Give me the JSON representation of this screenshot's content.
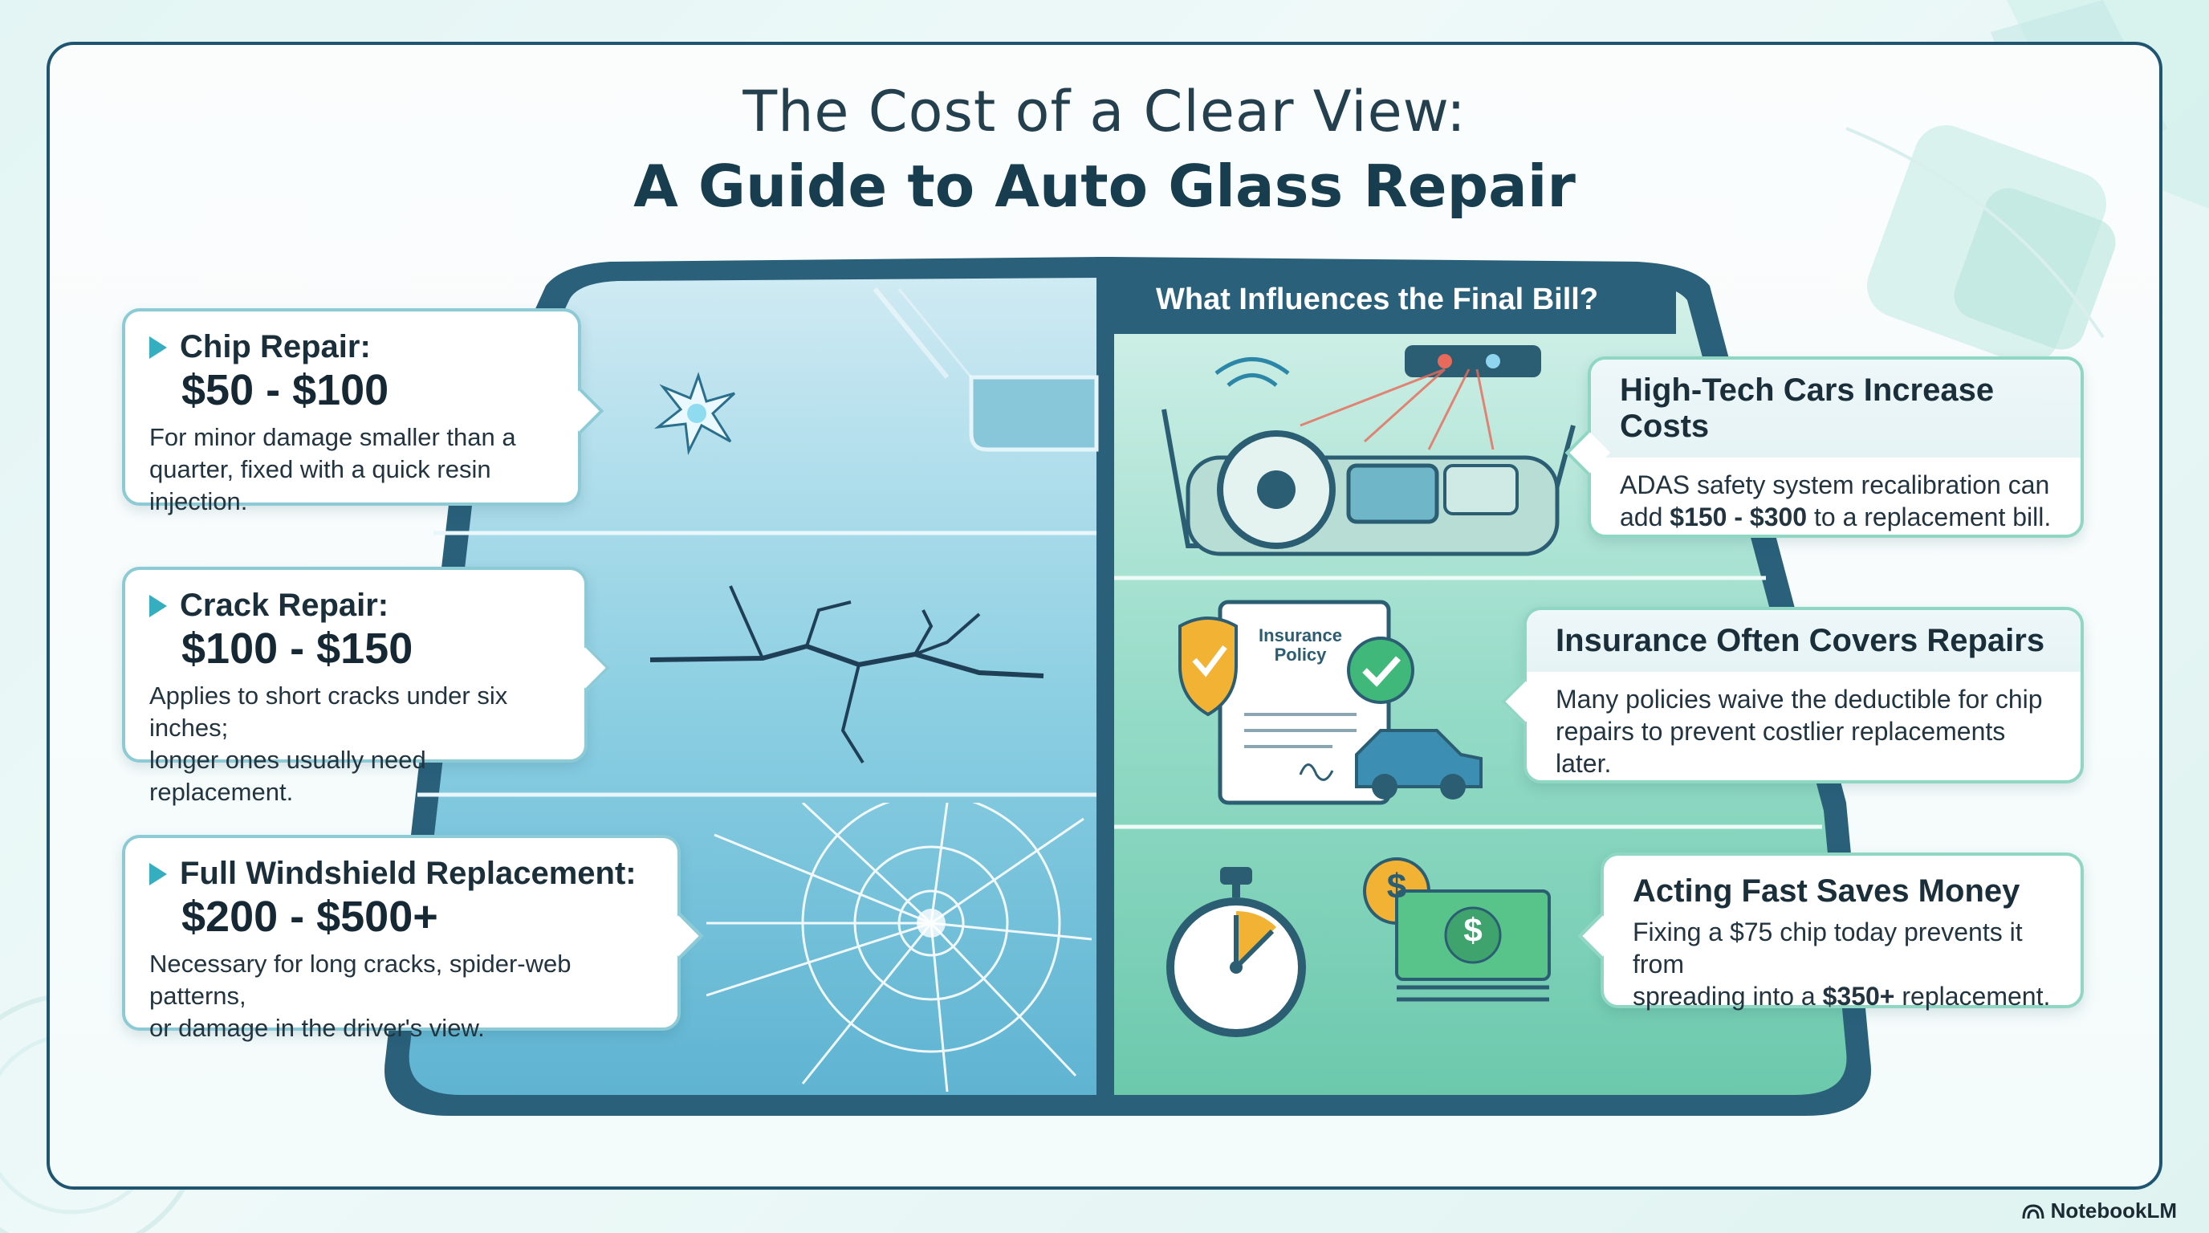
{
  "title": {
    "line1": "The Cost of a Clear View:",
    "line2": "A Guide to Auto Glass Repair"
  },
  "left": {
    "items": [
      {
        "label": "Chip Repair:",
        "price": "$50 - $100",
        "desc1": "For minor damage smaller than a",
        "desc2": "quarter, fixed with a quick resin injection."
      },
      {
        "label": "Crack Repair:",
        "price": "$100 - $150",
        "desc1": "Applies to short cracks under six inches;",
        "desc2": "longer ones usually need replacement."
      },
      {
        "label": "Full Windshield Replacement:",
        "price": "$200 - $500+",
        "desc1": "Necessary for long cracks, spider-web patterns,",
        "desc2": "or damage in the driver's view."
      }
    ]
  },
  "right": {
    "header": "What Influences the Final Bill?",
    "items": [
      {
        "title": "High-Tech Cars Increase Costs",
        "line1": "ADAS safety system recalibration can",
        "line2_pre": "add ",
        "line2_bold": "$150 - $300",
        "line2_post": " to a replacement bill."
      },
      {
        "title": "Insurance Often Covers Repairs",
        "line1": "Many policies waive the deductible for chip",
        "line2_pre": "repairs to prevent costlier replacements later.",
        "line2_bold": "",
        "line2_post": ""
      },
      {
        "title": "Acting Fast Saves Money",
        "line1": "Fixing a $75 chip today prevents it from",
        "line2_pre": "spreading into a ",
        "line2_bold": "$350+",
        "line2_post": " replacement."
      }
    ],
    "insurance_doc": {
      "line1": "Insurance",
      "line2": "Policy"
    }
  },
  "icons": {
    "dollar_symbol": "$"
  },
  "colors": {
    "frame": "#1f5570",
    "left_glass": "#67c0d8",
    "right_glass": "#6ccfb4",
    "accent": "#35aec0"
  },
  "brand": {
    "name": "NotebookLM"
  }
}
